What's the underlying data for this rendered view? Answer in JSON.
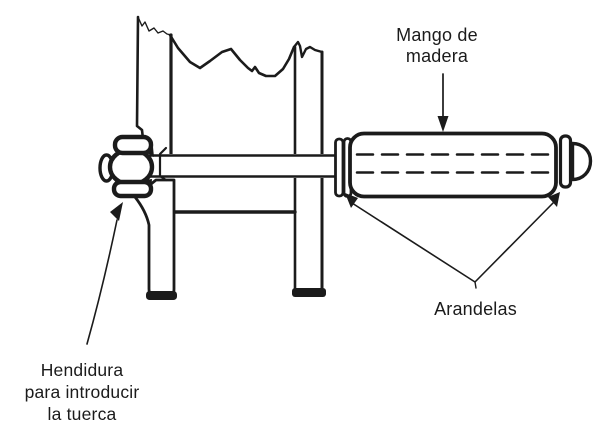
{
  "figure": {
    "background": "#ffffff",
    "ink": "#1b1b1b",
    "labels": {
      "mango": {
        "line1": "Mango de",
        "line2": "madera"
      },
      "arandelas": "Arandelas",
      "hendidura": {
        "line1": "Hendidura",
        "line2": "para introducir",
        "line3": "la tuerca"
      }
    }
  }
}
